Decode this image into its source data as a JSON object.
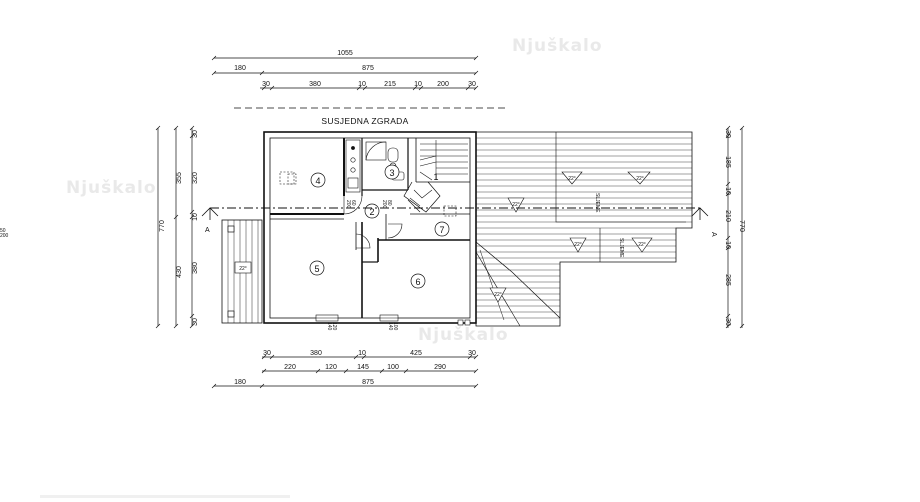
{
  "watermarks": [
    "Njuškalo",
    "Njuškalo",
    "Njuškalo"
  ],
  "top_dims": {
    "overall": "1055",
    "row2": [
      "180",
      "875"
    ],
    "row3": [
      "30",
      "380",
      "10",
      "215",
      "10",
      "200",
      "30"
    ]
  },
  "neighbor_label": "SUSJEDNA ZGRADA",
  "rooms": [
    "1",
    "2",
    "3",
    "4",
    "5",
    "6",
    "7"
  ],
  "left_dims": {
    "outer": [
      "770"
    ],
    "middle": [
      "355",
      "430"
    ],
    "inner": [
      "30",
      "320",
      "10",
      "380",
      "30"
    ]
  },
  "right_dims": {
    "outer": [
      "770"
    ],
    "inner": [
      "30",
      "185",
      "10",
      "210",
      "10",
      "285",
      "30"
    ]
  },
  "bottom_dims": {
    "row1": [
      "30",
      "380",
      "10",
      "425",
      "30"
    ],
    "row2": [
      "220",
      "120",
      "145",
      "100",
      "290"
    ],
    "row3": [
      "180",
      "875"
    ]
  },
  "section_marks": [
    "A",
    "A"
  ],
  "slope_labels": [
    "22°",
    "22°",
    "22°",
    "22°",
    "22°",
    "22°",
    "22°"
  ],
  "roof_labels": [
    "SLJEME",
    "SLJEME"
  ],
  "window_labels": [
    "120\n140",
    "100\n140",
    "60\n200",
    "80\n200",
    "50\n200"
  ]
}
